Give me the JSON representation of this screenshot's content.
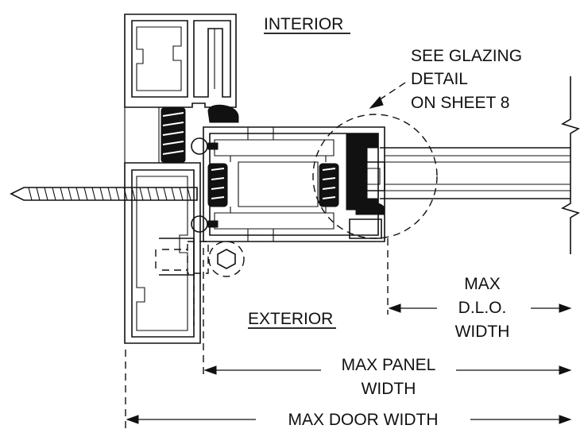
{
  "labels": {
    "interior": "INTERIOR",
    "exterior": "EXTERIOR",
    "glazing_note": [
      "SEE GLAZING",
      "DETAIL",
      "ON SHEET 8"
    ],
    "max_dlo_width": [
      "MAX",
      "D.L.O.",
      "WIDTH"
    ],
    "max_panel_width": [
      "MAX PANEL",
      "WIDTH"
    ],
    "max_door_width": "MAX DOOR WIDTH"
  },
  "colors": {
    "ink": "#111111",
    "background": "#ffffff",
    "gasket": "#111111"
  }
}
